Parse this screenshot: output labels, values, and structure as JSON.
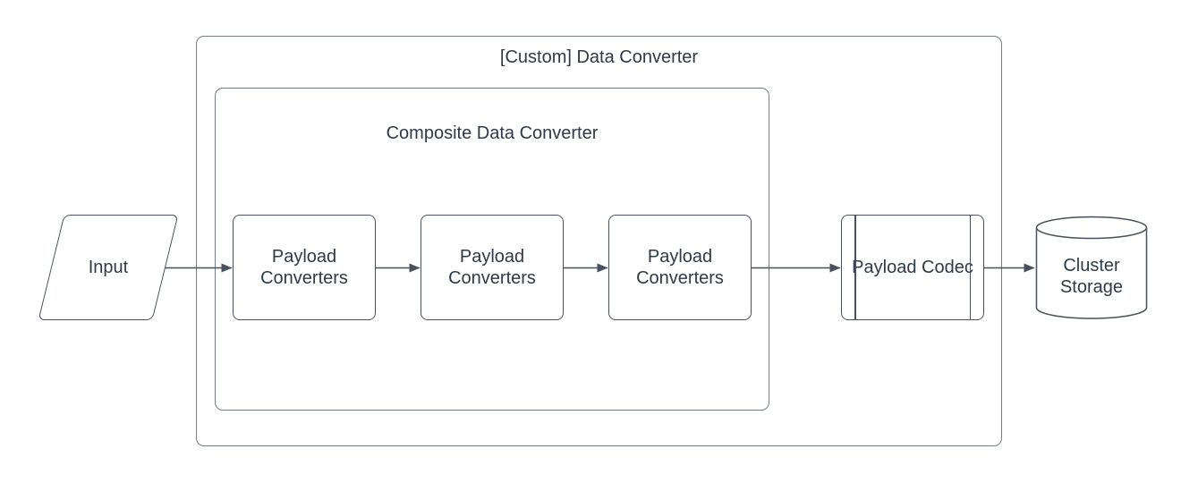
{
  "diagram": {
    "outer_container": {
      "title": "[Custom] Data Converter"
    },
    "inner_container": {
      "title": "Composite Data Converter"
    },
    "nodes": {
      "input": {
        "label": "Input",
        "shape": "parallelogram"
      },
      "payload_converters": [
        {
          "label": "Payload Converters"
        },
        {
          "label": "Payload Converters"
        },
        {
          "label": "Payload Converters"
        }
      ],
      "payload_codec": {
        "label": "Payload Codec",
        "shape": "predefined-process"
      },
      "cluster_storage": {
        "label": "Cluster Storage",
        "shape": "cylinder"
      }
    },
    "flow": [
      "Input -> Payload Converters 1",
      "Payload Converters 1 -> Payload Converters 2",
      "Payload Converters 2 -> Payload Converters 3",
      "Payload Converters 3 -> Payload Codec",
      "Payload Codec -> Cluster Storage"
    ],
    "colors": {
      "shape_stroke": "#46505e",
      "container_stroke": "#747d8a",
      "text": "#2e3a48",
      "background": "#ffffff"
    }
  }
}
